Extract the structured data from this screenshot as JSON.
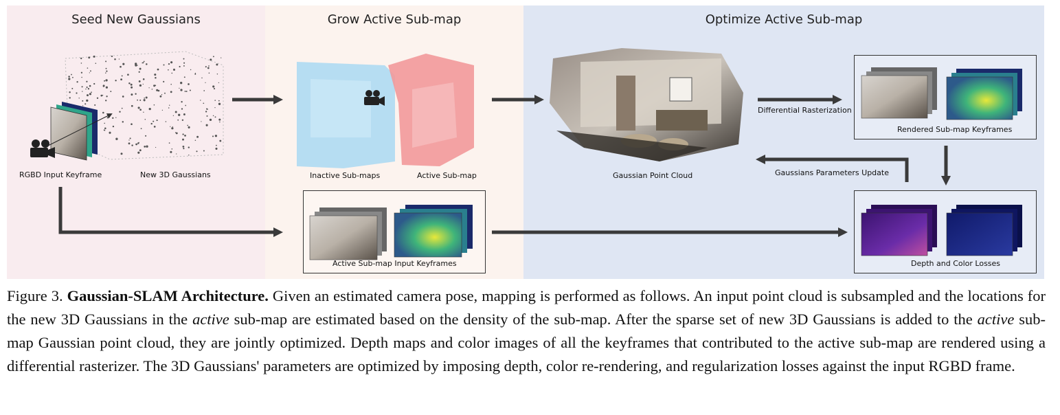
{
  "figure": {
    "panel_titles": {
      "seed": "Seed New Gaussians",
      "grow": "Grow Active Sub-map",
      "optimize": "Optimize Active Sub-map"
    },
    "labels": {
      "rgbd_input": "RGBD Input Keyframe",
      "new_gaussians": "New 3D Gaussians",
      "inactive_submaps": "Inactive Sub-maps",
      "active_submap": "Active Sub-map",
      "active_input_keyframes": "Active Sub-map Input Keyframes",
      "gaussian_point_cloud": "Gaussian Point Cloud",
      "differential_rasterization": "Differential Rasterization",
      "rendered_keyframes": "Rendered Sub-map Keyframes",
      "params_update": "Gaussians Parameters Update",
      "losses": "Depth and Color Losses"
    }
  },
  "caption": {
    "prefix": "Figure 3. ",
    "title": "Gaussian-SLAM Architecture.",
    "p1": " Given an estimated camera pose, mapping is performed as follows. An input point cloud is subsampled and the locations for the new 3D Gaussians in the ",
    "em1": "active",
    "p2": " sub-map are estimated based on the density of the sub-map. After the sparse set of new 3D Gaussians is added to the ",
    "em2": "active",
    "p3": " sub-map Gaussian point cloud, they are jointly optimized. Depth maps and color images of all the keyframes that contributed to the active sub-map are rendered using a differential rasterizer. The 3D Gaussians' parameters are optimized by imposing depth, color re-rendering, and regularization losses against the input RGBD frame."
  }
}
